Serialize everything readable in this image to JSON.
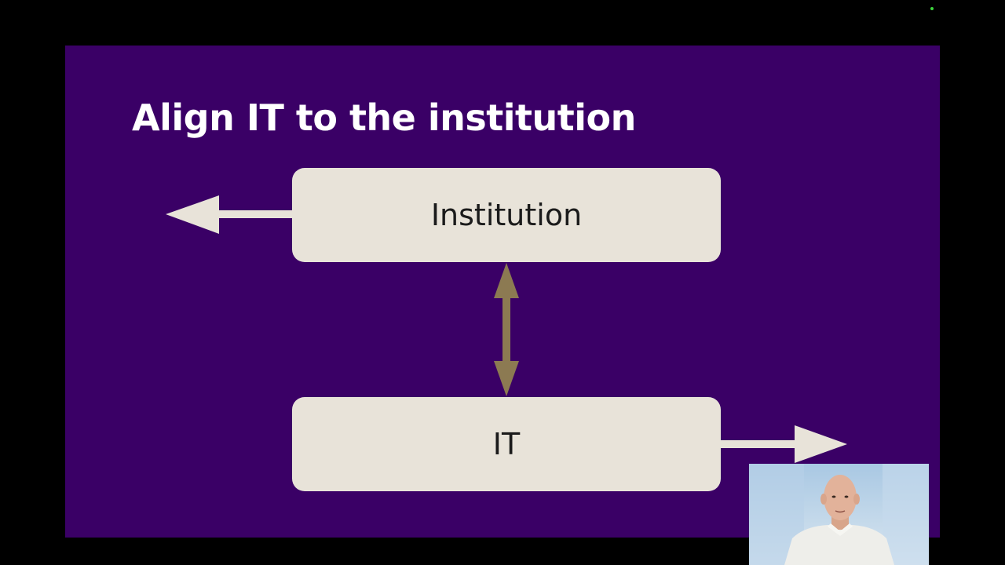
{
  "slide": {
    "title": "Align IT to the institution",
    "boxes": {
      "top": "Institution",
      "bottom": "IT"
    }
  },
  "colors": {
    "screen_background": "#000000",
    "slide_background": "#3a0066",
    "title_text": "#ffffff",
    "box_fill": "#e8e3d9",
    "box_text": "#1b1b1b",
    "side_arrow": "#e8e3d9",
    "connector_arrow": "#8c7a52",
    "status_dot": "#3cd63c"
  },
  "icons": {
    "left_arrow": "arrow-left-icon",
    "right_arrow": "arrow-right-icon",
    "connector": "double-arrow-vertical-icon"
  },
  "webcam": {
    "subject": "presenter"
  }
}
